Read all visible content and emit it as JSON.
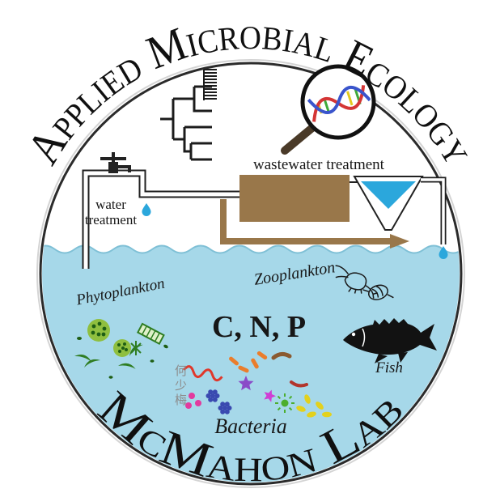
{
  "arc_top": {
    "text": "Applied Microbial Ecology"
  },
  "arc_bottom": {
    "text": "McMahon Lab"
  },
  "plant": {
    "wastewater_label": "wastewater treatment",
    "water_label_1": "water",
    "water_label_2": "treatment"
  },
  "aquatic": {
    "phytoplankton_label": "Phytoplankton",
    "zooplankton_label": "Zooplankton",
    "nutrients_label": "C, N, P",
    "fish_label": "Fish",
    "bacteria_label": "Bacteria",
    "signature": "何少梅"
  },
  "icons": {
    "phylogenetic_tree": "phylogenetic-tree-icon",
    "sequencing_comb": "sequencer-comb-icon",
    "dna_magnifier": "dna-magnifier-icon",
    "faucet": "faucet-icon",
    "water_drop": "water-droplet-icon",
    "aeration_tank": "aeration-tank-icon",
    "clarifier": "clarifier-funnel-icon",
    "flow_arrow": "flow-arrow-icon",
    "fish": "fish-silhouette-icon"
  },
  "colors": {
    "water": "#a6d8e9",
    "waterline": "#7fc0d6",
    "process_brown": "#99774a",
    "clarifier_blue": "#2ba7dc",
    "ink": "#161616",
    "phyto_green": "#2f7d22",
    "signature_gray": "#8c8c8c"
  }
}
